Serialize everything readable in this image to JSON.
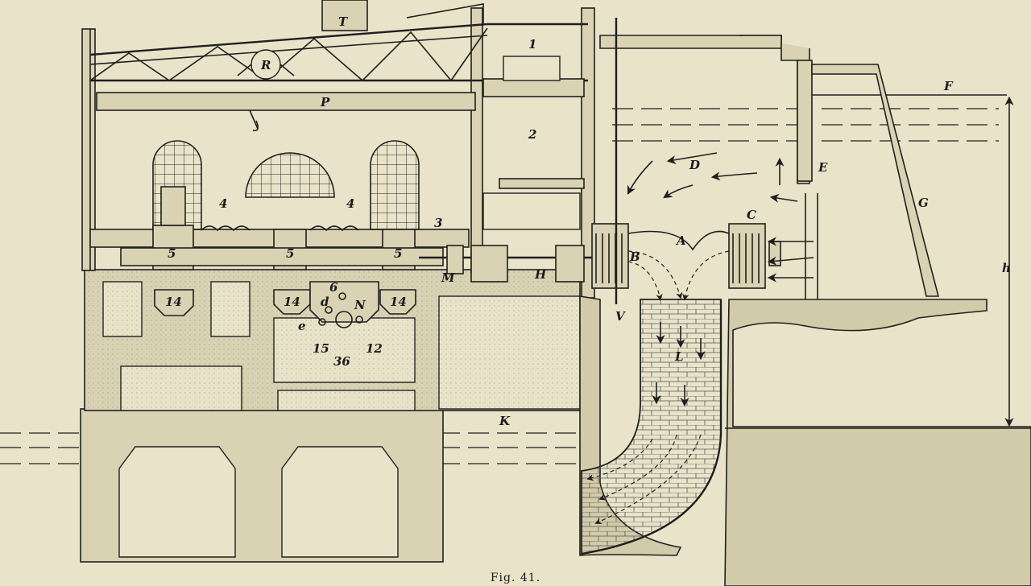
{
  "caption": "Fig. 41.",
  "labels": {
    "T": "T",
    "R": "R",
    "P": "P",
    "one": "1",
    "two": "2",
    "three": "3",
    "four_left": "4",
    "four_right": "4",
    "five_a": "5",
    "five_b": "5",
    "five_c": "5",
    "six": "6",
    "d": "d",
    "N": "N",
    "e": "e",
    "fourteen_a": "14",
    "fourteen_b": "14",
    "fourteen_c": "14",
    "fifteen": "15",
    "twelve": "12",
    "thirtysix": "36",
    "M": "M",
    "H": "H",
    "B": "B",
    "V": "V",
    "A": "A",
    "C": "C",
    "D": "D",
    "E": "E",
    "F": "F",
    "G": "G",
    "h": "h",
    "K": "K",
    "L": "L"
  }
}
